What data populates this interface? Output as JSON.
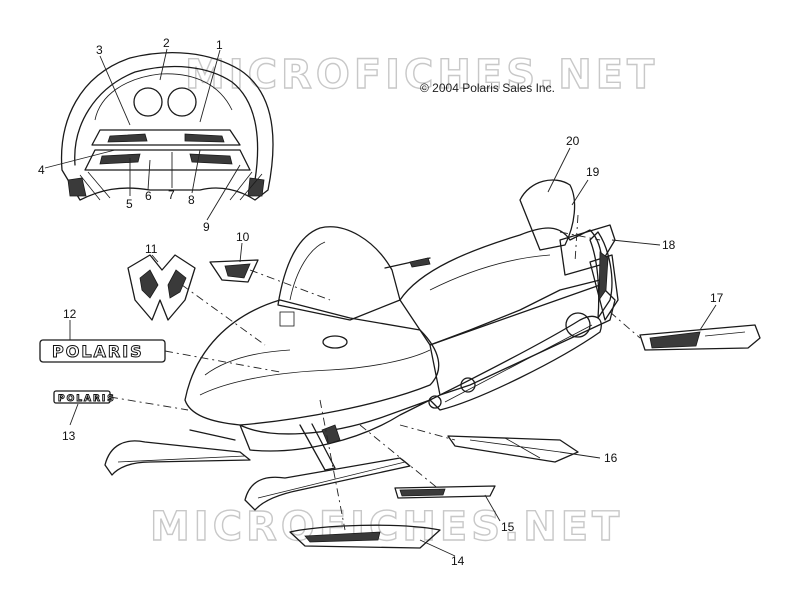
{
  "diagram": {
    "copyright": "© 2004 Polaris Sales Inc.",
    "watermark": "MICROFICHES.NET",
    "decal_brand": "POLARIS",
    "callouts": [
      "1",
      "2",
      "3",
      "4",
      "5",
      "6",
      "7",
      "8",
      "9",
      "10",
      "11",
      "12",
      "13",
      "14",
      "15",
      "16",
      "17",
      "18",
      "19",
      "20"
    ]
  }
}
